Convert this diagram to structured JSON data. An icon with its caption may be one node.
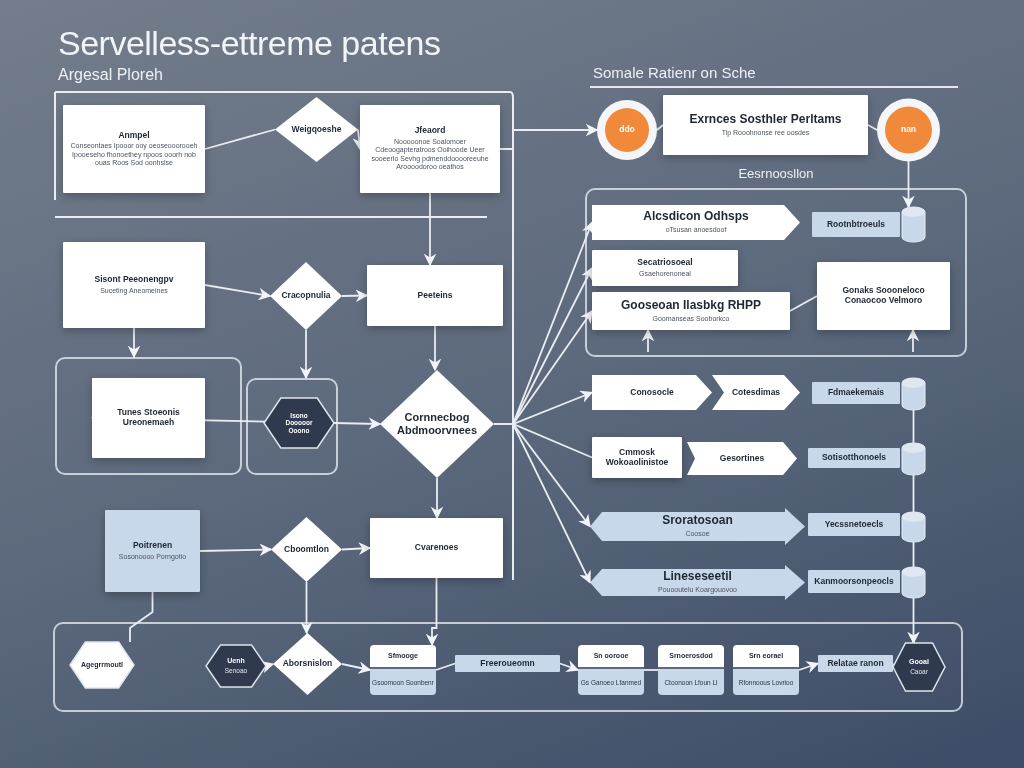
{
  "diagram": {
    "title": "Servelless-ettreme patens",
    "nodes": [
      {
        "text": [
          "Anmpel",
          "Conseontaes Ipooor ooy oeoseooorooeh Ipooeseho fhonoethey npoos ooorh nob ouas Roos Sod oonhslse"
        ]
      },
      {
        "text": [
          "Weigqoeshe"
        ]
      },
      {
        "text": [
          "Jfeaord",
          "Nooooonoe Soalomoer Cdeoogapteratroos Ooihoode Ueer sooeerlo Sevhg pdmenddooooreeuhe Aroooodoroo oeathos"
        ]
      },
      {
        "text": [
          "ddo"
        ]
      },
      {
        "text": [
          "Exrnces Sosthler Perltams",
          "Tip Rooohnonse ree oosdes"
        ]
      },
      {
        "text": [
          "nan"
        ]
      },
      {
        "text": [
          "Eesrnoosllon"
        ]
      },
      {
        "text": [
          "Alcsdicon Odhsps",
          "oTsusan anoesdoof"
        ],
        "in": 6
      },
      {
        "text": [
          "Rootnbtroeuls"
        ],
        "in": 6
      },
      {
        "text": [],
        "shape": "cylinder",
        "in": 6
      },
      {
        "text": [
          "Secatriosoeal",
          "Gsaehorenoneal"
        ],
        "in": 6
      },
      {
        "text": [
          "Gooseoan Ilasbkg RHPP",
          "Goomanseas Sooborkco"
        ],
        "in": 6
      },
      {
        "text": [
          "Gonaks Soooneloco Conaocoo Velmoro"
        ],
        "in": 6
      },
      {
        "text": [
          "Sisont Peeonengpv",
          "Suceting Aneomeines"
        ]
      },
      {
        "text": [
          "Cracopnulia"
        ]
      },
      {
        "text": [
          "Peeteins"
        ]
      },
      {
        "text": [],
        "shape": "box"
      },
      {
        "text": [
          "Tunes Stoeonis Ureonemaeh"
        ],
        "in": 16
      },
      {
        "text": [],
        "shape": "box"
      },
      {
        "text": [
          "Isono Dooooor Ooono"
        ],
        "in": 18
      },
      {
        "text": [
          "Cornnecbog Abdmoorvnees"
        ]
      },
      {
        "text": [
          "Poitrenen",
          "Sosonoooo Porngotio"
        ]
      },
      {
        "text": [
          "Cboomtlon"
        ]
      },
      {
        "text": [
          "Cvarenoes"
        ]
      },
      {
        "text": [
          "Conosocle"
        ]
      },
      {
        "text": [
          "Cotesdimas"
        ]
      },
      {
        "text": [
          "Fdmaekemais"
        ]
      },
      {
        "text": [],
        "shape": "cylinder"
      },
      {
        "text": [
          "Cmmosk Wokoaolinistoe"
        ]
      },
      {
        "text": [
          "Gesortines"
        ]
      },
      {
        "text": [
          "Sotisotthonoels"
        ]
      },
      {
        "text": [],
        "shape": "cylinder"
      },
      {
        "text": [
          "Sroratosoan",
          "Coosoe"
        ]
      },
      {
        "text": [
          "Yecssnetoecls"
        ]
      },
      {
        "text": [],
        "shape": "cylinder"
      },
      {
        "text": [
          "Lineseseetil",
          "Pouooutelu Koargouovoo"
        ]
      },
      {
        "text": [
          "Kanmoorsonpeocls"
        ]
      },
      {
        "text": [],
        "shape": "cylinder"
      },
      {
        "text": [],
        "shape": "box"
      },
      {
        "text": [
          "Agegrrmoutl"
        ],
        "in": 38
      },
      {
        "text": [
          "Uenh",
          "Senoao"
        ],
        "in": 38
      },
      {
        "text": [
          "Aborsnislon"
        ],
        "in": 38
      },
      {
        "text": [
          "Sfmooge",
          "Gsoomoon Soonbenr"
        ],
        "in": 38
      },
      {
        "text": [
          "Freeroueomn"
        ],
        "in": 38
      },
      {
        "text": [
          "Sn oorooe",
          "Gs Ganoeo Lfanmed"
        ],
        "in": 38
      },
      {
        "text": [
          "Srnoerosdod",
          "Ctoonoon Lfoun Ll"
        ],
        "in": 38
      },
      {
        "text": [
          "Srn eorael",
          "Rfonnoous Lovrioo"
        ],
        "in": 38
      },
      {
        "text": [
          "Relatae ranon"
        ],
        "in": 38
      },
      {
        "text": [
          "Gooal",
          "Caoar"
        ],
        "in": 38
      }
    ],
    "edges": [
      {
        "from": 0,
        "to": 1,
        "arrow": "none"
      },
      {
        "from": 1,
        "to": 2,
        "arrow": "to"
      },
      {
        "from": 2,
        "to": 3,
        "arrow": "to"
      },
      {
        "from": 3,
        "to": 4,
        "arrow": "none"
      },
      {
        "from": 4,
        "to": 5,
        "arrow": "none"
      },
      {
        "from": 5,
        "to": 9,
        "arrow": "to"
      },
      {
        "from": 2,
        "to": 15,
        "arrow": "to"
      },
      {
        "from": 13,
        "to": 14,
        "arrow": "to"
      },
      {
        "from": 14,
        "to": 15,
        "arrow": "to"
      },
      {
        "from": 13,
        "to": 16,
        "arrow": "to"
      },
      {
        "from": 14,
        "to": 18,
        "arrow": "to"
      },
      {
        "from": 19,
        "to": 17,
        "arrow": "to"
      },
      {
        "from": 19,
        "to": 20,
        "arrow": "to"
      },
      {
        "from": 15,
        "to": 20,
        "arrow": "to"
      },
      {
        "from": 20,
        "to": 23,
        "arrow": "to"
      },
      {
        "from": 21,
        "to": 22,
        "arrow": "to"
      },
      {
        "from": 22,
        "to": 23,
        "arrow": "to"
      },
      {
        "from": 22,
        "to": 41,
        "arrow": "to"
      },
      {
        "from": 23,
        "to": 42,
        "arrow": "to"
      },
      {
        "from": 21,
        "to": 39,
        "arrow": "none"
      },
      {
        "from": 20,
        "to": 7,
        "arrow": "to"
      },
      {
        "from": 20,
        "to": 10,
        "arrow": "to"
      },
      {
        "from": 20,
        "to": 11,
        "arrow": "to"
      },
      {
        "from": 20,
        "to": 24,
        "arrow": "to"
      },
      {
        "from": 20,
        "to": 28,
        "arrow": "none"
      },
      {
        "from": 20,
        "to": 32,
        "arrow": "to"
      },
      {
        "from": 20,
        "to": 35,
        "arrow": "to"
      },
      {
        "from": 11,
        "to": 12,
        "arrow": "none"
      },
      {
        "from": null,
        "to": 11,
        "arrow": "to"
      },
      {
        "from": null,
        "to": 12,
        "arrow": "to"
      },
      {
        "from": 27,
        "to": 31,
        "arrow": "none"
      },
      {
        "from": 31,
        "to": 34,
        "arrow": "none"
      },
      {
        "from": 34,
        "to": 37,
        "arrow": "none"
      },
      {
        "from": 37,
        "to": 48,
        "arrow": "to"
      },
      {
        "from": 40,
        "to": 41,
        "arrow": "to",
        "style": "dashed"
      },
      {
        "from": 41,
        "to": 42,
        "arrow": "to"
      },
      {
        "from": 42,
        "to": 43,
        "arrow": "none"
      },
      {
        "from": 43,
        "to": 44,
        "arrow": "to"
      },
      {
        "from": 44,
        "to": 45,
        "arrow": "none"
      },
      {
        "from": 46,
        "to": 47,
        "arrow": "to"
      },
      {
        "from": 47,
        "to": 48,
        "arrow": "none"
      }
    ],
    "labels": [
      "Argesal Ploreh",
      "Somale Ratienr on Sche"
    ]
  }
}
